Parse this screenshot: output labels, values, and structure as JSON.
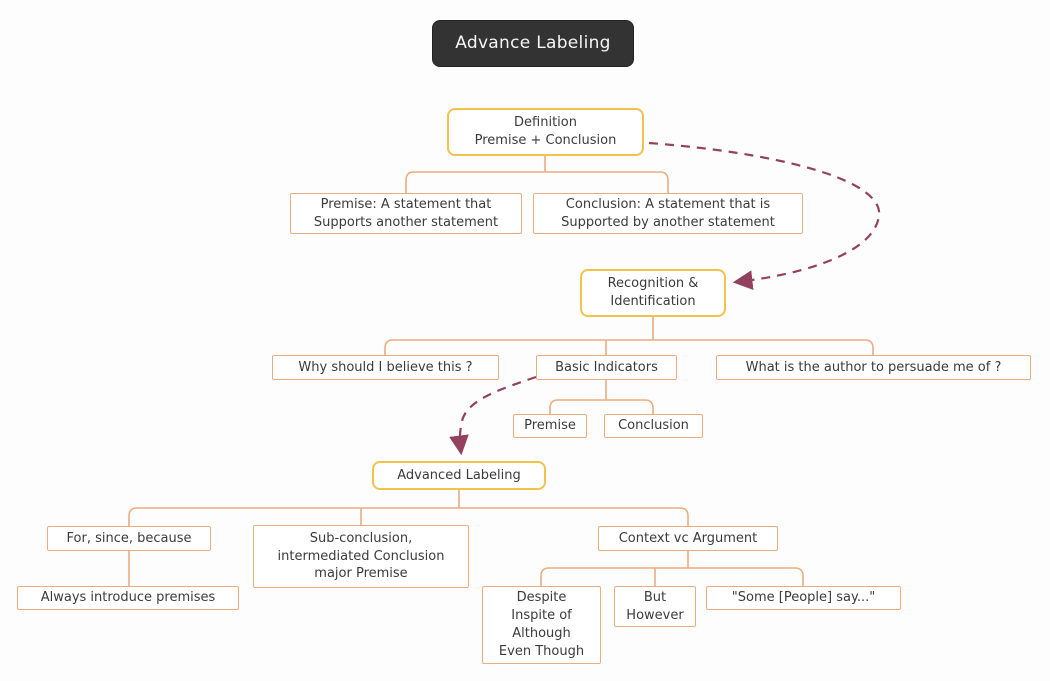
{
  "title": {
    "label": "Advance Labeling"
  },
  "colors": {
    "title_bg": "#333333",
    "title_text": "#f5f5f5",
    "highlight_border": "#f2c24d",
    "node_border": "#ecac80",
    "connector": "#ecac80",
    "dashed_arrow": "#94405f",
    "text": "#3b3b3b",
    "canvas_bg": "#fdfdfd"
  },
  "nodes": {
    "definition": {
      "label": "Definition\nPremise + Conclusion"
    },
    "premise_def": {
      "label": "Premise: A statement that\nSupports another statement"
    },
    "conclusion_def": {
      "label": "Conclusion: A statement that is\nSupported by another statement"
    },
    "recognition": {
      "label": "Recognition &\nIdentification"
    },
    "why_believe": {
      "label": "Why should I believe this ?"
    },
    "basic_indicators": {
      "label": "Basic Indicators"
    },
    "persuade": {
      "label": "What is the author to persuade me of ?"
    },
    "premise": {
      "label": "Premise"
    },
    "conclusion": {
      "label": "Conclusion"
    },
    "advanced_labeling": {
      "label": "Advanced Labeling"
    },
    "for_since_because": {
      "label": "For, since, because"
    },
    "sub_conclusion": {
      "label": "Sub-conclusion,\nintermediated Conclusion\nmajor Premise"
    },
    "context_vc_argument": {
      "label": "Context vc Argument"
    },
    "always_introduce": {
      "label": "Always introduce premises"
    },
    "despite": {
      "label": "Despite\nInspite of\nAlthough\nEven Though"
    },
    "but_however": {
      "label": "But\nHowever"
    },
    "some_people_say": {
      "label": "\"Some [People] say...\""
    }
  }
}
